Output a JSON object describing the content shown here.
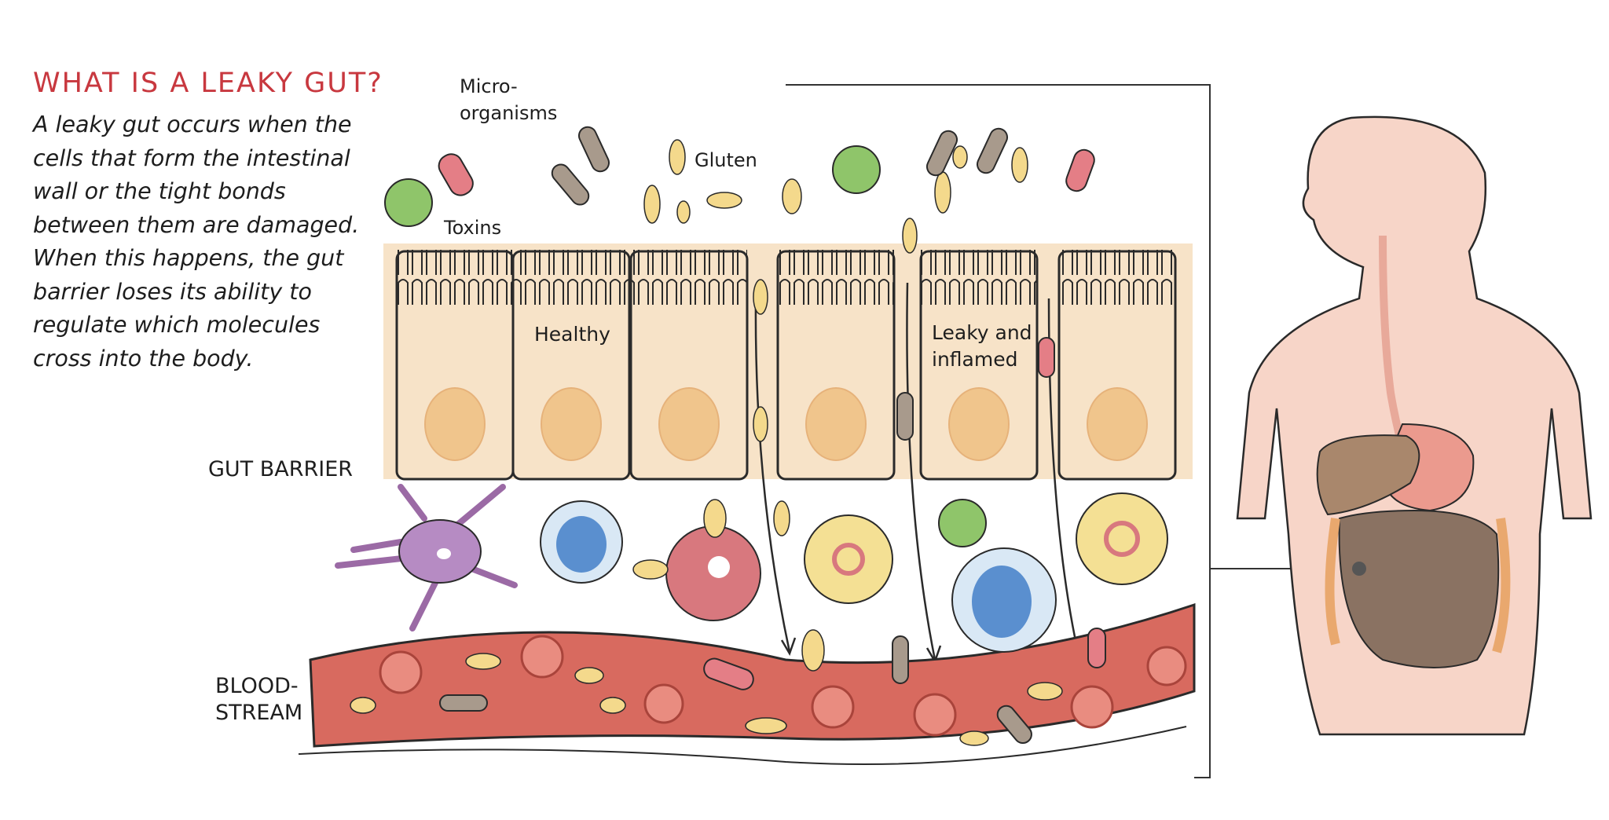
{
  "heading": "WHAT IS A LEAKY GUT?",
  "intro_lines": [
    "A leaky gut occurs when the",
    "cells that form the intestinal",
    "wall or the tight bonds",
    "between them are damaged.",
    "When this happens, the gut",
    "barrier loses its ability to",
    "regulate which molecules",
    "cross into the body."
  ],
  "labels": {
    "microorganisms_1": "Micro-",
    "microorganisms_2": "organisms",
    "gluten": "Gluten",
    "toxins": "Toxins",
    "healthy": "Healthy",
    "leaky_1": "Leaky and",
    "leaky_2": "inflamed",
    "gut_barrier": "GUT BARRIER",
    "bloodstream_1": "BLOOD-",
    "bloodstream_2": "STREAM"
  },
  "colors": {
    "heading": "#c8383f",
    "cell_fill": "#f7e3c8",
    "nucleus": "#f0c58c",
    "blood": "#d86a5f",
    "body_skin": "#f7d5c8"
  }
}
